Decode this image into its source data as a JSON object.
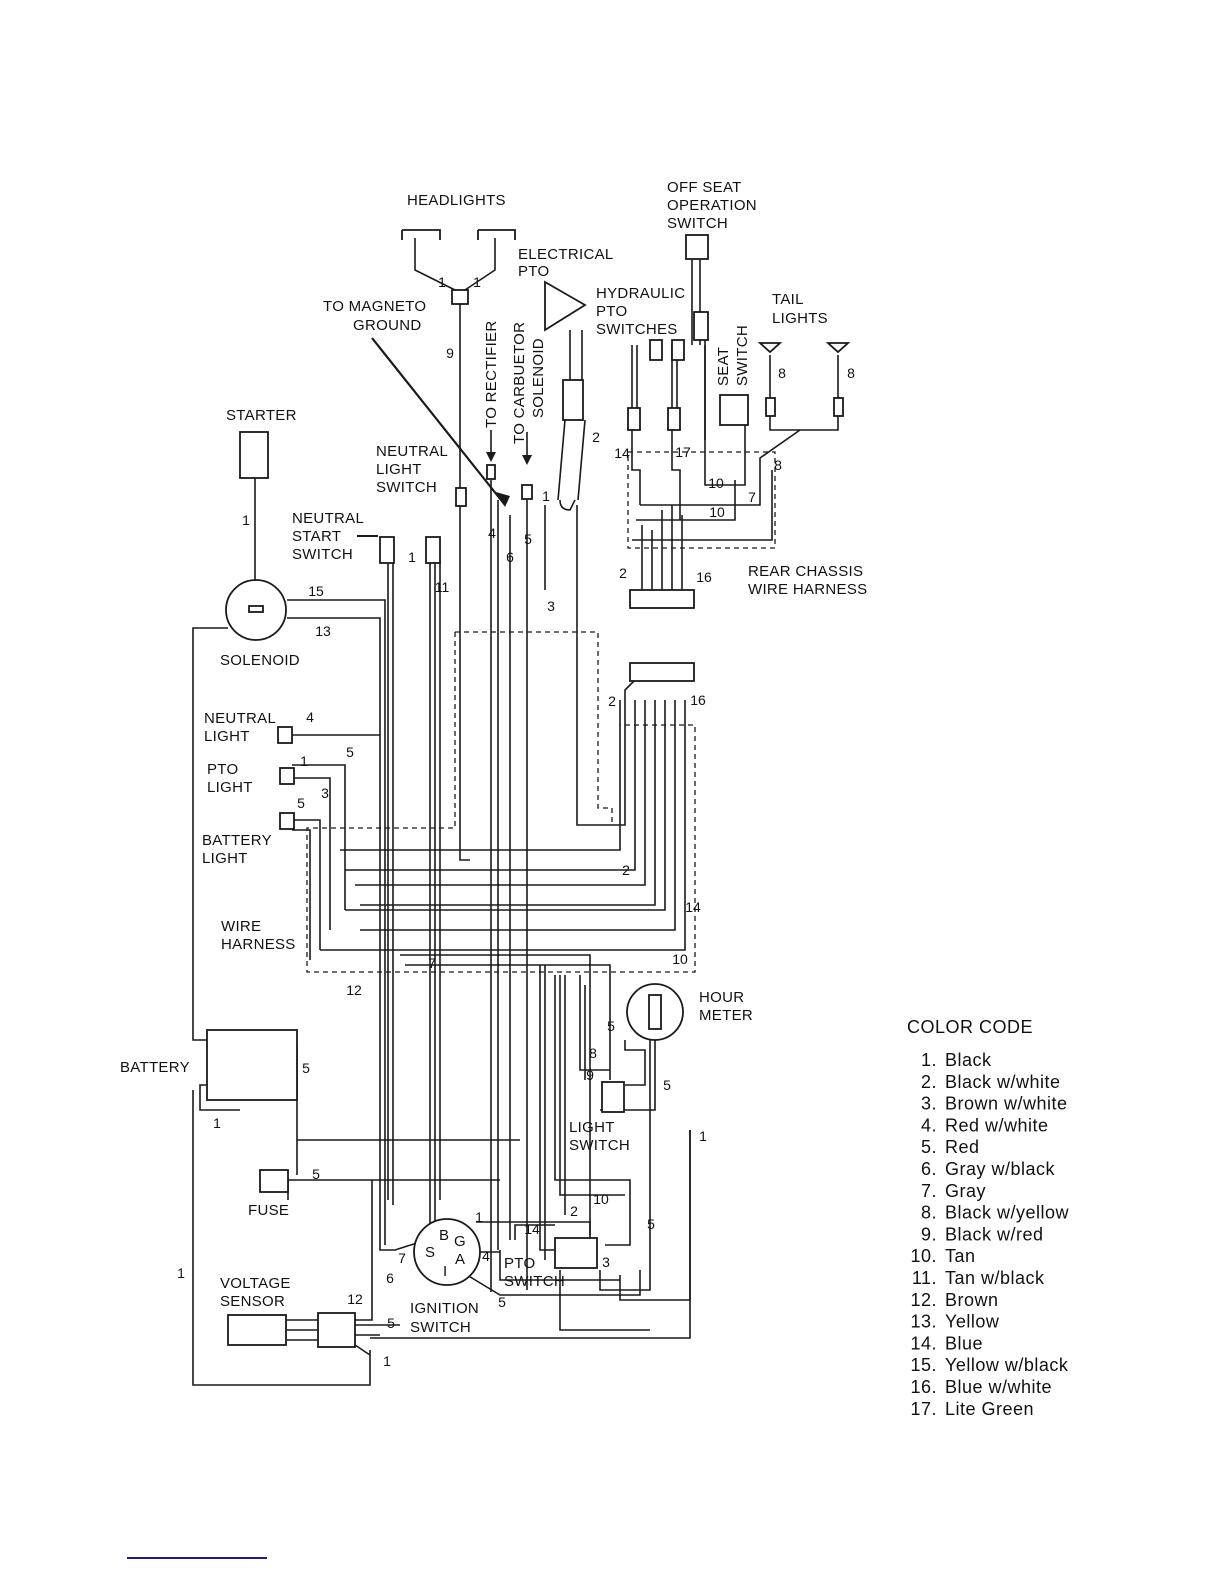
{
  "labels": {
    "headlights": [
      "HEADLIGHTS"
    ],
    "off_seat_switch": [
      "OFF SEAT",
      "OPERATION",
      "SWITCH"
    ],
    "electrical_pto": [
      "ELECTRICAL",
      "PTO"
    ],
    "hydraulic_pto": [
      "HYDRAULIC",
      "PTO",
      "SWITCHES"
    ],
    "tail_lights": [
      "TAIL",
      "LIGHTS"
    ],
    "magneto": [
      "TO MAGNETO",
      "GROUND"
    ],
    "rectifier": [
      "TO RECTIFIER"
    ],
    "carburetor": [
      "TO CARBUETOR",
      "SOLENOID"
    ],
    "seat_switch": [
      "SEAT",
      "SWITCH"
    ],
    "starter": [
      "STARTER"
    ],
    "neutral_light_switch": [
      "NEUTRAL",
      "LIGHT",
      "SWITCH"
    ],
    "neutral_start_switch": [
      "NEUTRAL",
      "START",
      "SWITCH"
    ],
    "solenoid": [
      "SOLENOID"
    ],
    "rear_harness": [
      "REAR CHASSIS",
      "WIRE HARNESS"
    ],
    "neutral_light": [
      "NEUTRAL",
      "LIGHT"
    ],
    "pto_light": [
      "PTO",
      "LIGHT"
    ],
    "battery_light": [
      "BATTERY",
      "LIGHT"
    ],
    "wire_harness": [
      "WIRE",
      "HARNESS"
    ],
    "hour_meter": [
      "HOUR",
      "METER"
    ],
    "battery": [
      "BATTERY"
    ],
    "light_switch": [
      "LIGHT",
      "SWITCH"
    ],
    "fuse": [
      "FUSE"
    ],
    "voltage_sensor": [
      "VOLTAGE",
      "SENSOR"
    ],
    "ignition_switch": [
      "IGNITION",
      "SWITCH"
    ],
    "pto_switch": [
      "PTO",
      "SWITCH"
    ],
    "ignition_terminals": [
      "B",
      "G",
      "S",
      "A",
      "I"
    ]
  },
  "wire_numbers": [
    "1",
    "1",
    "9",
    "2",
    "14",
    "17",
    "10",
    "10",
    "7",
    "8",
    "8",
    "8",
    "1",
    "4",
    "6",
    "5",
    "1",
    "1",
    "11",
    "15",
    "13",
    "3",
    "2",
    "16",
    "2",
    "16",
    "4",
    "5",
    "1",
    "3",
    "5",
    "2",
    "14",
    "10",
    "7",
    "12",
    "5",
    "8",
    "9",
    "5",
    "5",
    "1",
    "1",
    "5",
    "10",
    "2",
    "1",
    "14",
    "5",
    "4",
    "3",
    "7",
    "6",
    "5",
    "12",
    "5",
    "1",
    "1"
  ],
  "color_code": {
    "title": "COLOR CODE",
    "items": [
      {
        "n": "1.",
        "color": "Black"
      },
      {
        "n": "2.",
        "color": "Black w/white"
      },
      {
        "n": "3.",
        "color": "Brown w/white"
      },
      {
        "n": "4.",
        "color": "Red w/white"
      },
      {
        "n": "5.",
        "color": "Red"
      },
      {
        "n": "6.",
        "color": "Gray w/black"
      },
      {
        "n": "7.",
        "color": "Gray"
      },
      {
        "n": "8.",
        "color": "Black w/yellow"
      },
      {
        "n": "9.",
        "color": "Black w/red"
      },
      {
        "n": "10.",
        "color": "Tan"
      },
      {
        "n": "11.",
        "color": "Tan w/black"
      },
      {
        "n": "12.",
        "color": "Brown"
      },
      {
        "n": "13.",
        "color": "Yellow"
      },
      {
        "n": "14.",
        "color": "Blue"
      },
      {
        "n": "15.",
        "color": "Yellow w/black"
      },
      {
        "n": "16.",
        "color": "Blue w/white"
      },
      {
        "n": "17.",
        "color": "Lite Green"
      }
    ]
  },
  "colors": {
    "ink": "#1a1a1a",
    "link": "#1a1a8c"
  }
}
